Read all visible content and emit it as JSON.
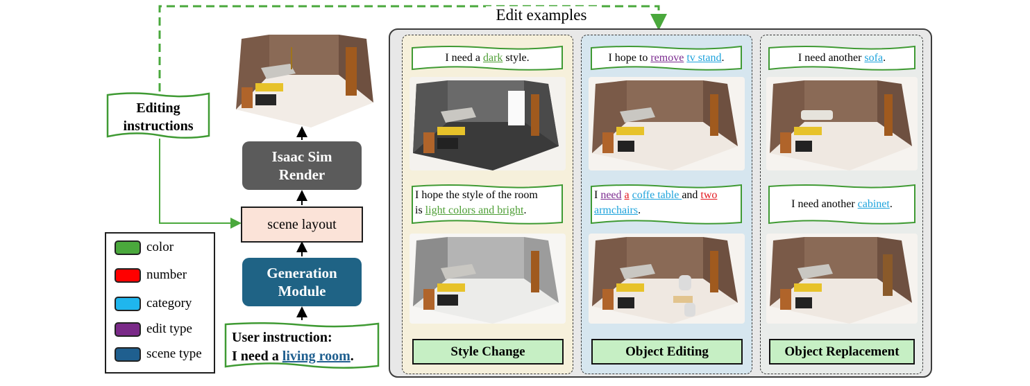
{
  "panel_title": "Edit examples",
  "editing_instructions": [
    "Editing",
    "instructions"
  ],
  "pipeline": {
    "render_box": [
      "Isaac Sim",
      "Render"
    ],
    "layout_box": "scene layout",
    "generation_box": [
      "Generation",
      "Module"
    ],
    "user_instruction_label": "User instruction:",
    "user_instruction_prefix": "I need a ",
    "user_instruction_highlight": "living room",
    "user_instruction_suffix": "."
  },
  "legend": [
    {
      "label": "color",
      "color": "#4aa83c"
    },
    {
      "label": "number",
      "color": "#ff0000"
    },
    {
      "label": "category",
      "color": "#1fb6ee"
    },
    {
      "label": "edit type",
      "color": "#7a2a88"
    },
    {
      "label": "scene type",
      "color": "#1f5f8f"
    }
  ],
  "columns": [
    {
      "caption": "Style Change",
      "instr1": {
        "parts": [
          "I need a ",
          "dark",
          " style."
        ]
      },
      "instr2": {
        "line1": "I hope the style of the room",
        "line2_prefix": "is ",
        "line2_highlight": "light colors and bright",
        "line2_suffix": "."
      }
    },
    {
      "caption": "Object Editing",
      "instr1": {
        "parts": [
          "I hope to ",
          "remove",
          " ",
          "tv stand",
          "."
        ]
      },
      "instr2": {
        "parts": [
          "I ",
          "need",
          " ",
          "a",
          " ",
          "coffe table ",
          "and ",
          "two"
        ],
        "line2_highlight": "armchairs",
        "line2_suffix": "."
      }
    },
    {
      "caption": "Object Replacement",
      "instr1": {
        "parts": [
          "I need another ",
          "sofa",
          "."
        ]
      },
      "instr2": {
        "parts": [
          "I need another ",
          "cabinet",
          "."
        ]
      }
    }
  ],
  "colors": {
    "column1_bg": "#f6f0db",
    "column2_bg": "#d6e6ef",
    "column3_bg": "#e9ecea",
    "dark_box": "#5b5b5b",
    "generation_box": "#1f6385"
  }
}
